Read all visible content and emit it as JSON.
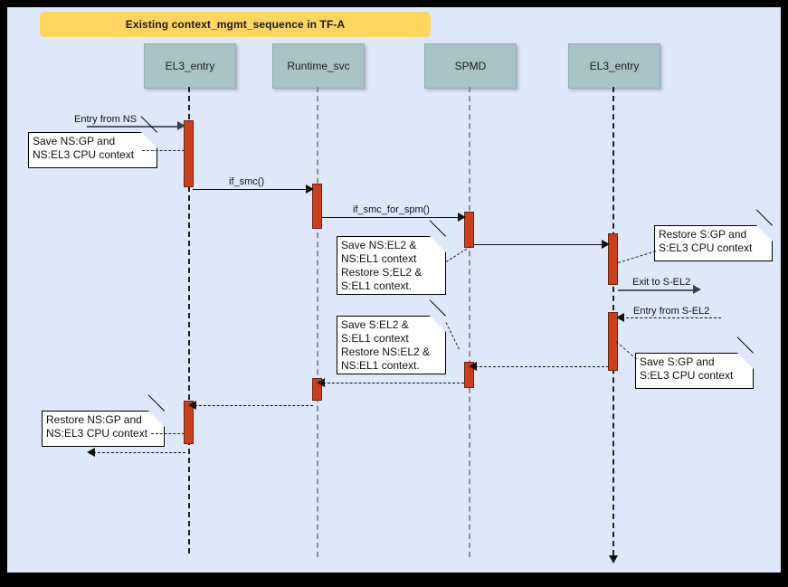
{
  "diagram": {
    "title": "Existing context_mgmt_sequence in TF-A",
    "type": "uml-sequence-diagram",
    "background_color": "#dfe7fb",
    "frame_color": "#000000",
    "title_bar_color": "#ffd561",
    "participant_color": "#a8c4c4",
    "activation_color": "#c9401f",
    "note_color": "#ffffff"
  },
  "participants": [
    {
      "id": "el3_entry_ns",
      "label": "EL3_entry"
    },
    {
      "id": "runtime_svc",
      "label": "Runtime_svc"
    },
    {
      "id": "spmd",
      "label": "SPMD"
    },
    {
      "id": "el3_entry_s",
      "label": "EL3_entry"
    }
  ],
  "messages": [
    {
      "id": "m1",
      "label": "Entry from NS",
      "from": "external-left",
      "to": "el3_entry_ns",
      "style": "solid-grey",
      "direction": "right"
    },
    {
      "id": "m2",
      "label": "if_smc()",
      "from": "el3_entry_ns",
      "to": "runtime_svc",
      "style": "solid",
      "direction": "right"
    },
    {
      "id": "m3",
      "label": "if_smc_for_spm()",
      "from": "runtime_svc",
      "to": "spmd",
      "style": "solid",
      "direction": "right"
    },
    {
      "id": "m4",
      "label": "",
      "from": "spmd",
      "to": "el3_entry_s",
      "style": "solid",
      "direction": "right"
    },
    {
      "id": "m5",
      "label": "Exit to S-EL2",
      "from": "el3_entry_s",
      "to": "external-right",
      "style": "solid-grey",
      "direction": "right"
    },
    {
      "id": "m6",
      "label": "Entry from S-EL2",
      "from": "external-right",
      "to": "el3_entry_s",
      "style": "dashed",
      "direction": "left"
    },
    {
      "id": "m7",
      "label": "",
      "from": "el3_entry_s",
      "to": "spmd",
      "style": "dashed",
      "direction": "left"
    },
    {
      "id": "m8",
      "label": "",
      "from": "spmd",
      "to": "runtime_svc",
      "style": "dashed",
      "direction": "left"
    },
    {
      "id": "m9",
      "label": "",
      "from": "runtime_svc",
      "to": "el3_entry_ns",
      "style": "dashed",
      "direction": "left"
    },
    {
      "id": "m10",
      "label": "",
      "from": "el3_entry_ns",
      "to": "external-left",
      "style": "dashed",
      "direction": "left"
    }
  ],
  "notes": [
    {
      "id": "note1",
      "attached_to": "el3_entry_ns",
      "lines": [
        "Save NS:GP and",
        "NS:EL3 CPU context"
      ]
    },
    {
      "id": "note2",
      "attached_to": "spmd",
      "lines": [
        "Save NS:EL2 &",
        "NS:EL1 context",
        "Restore S:EL2 &",
        "S:EL1 context."
      ]
    },
    {
      "id": "note3",
      "attached_to": "el3_entry_s",
      "lines": [
        "Restore S:GP and",
        "S:EL3 CPU context"
      ]
    },
    {
      "id": "note4",
      "attached_to": "el3_entry_s",
      "lines": [
        "Save S:GP and",
        "S:EL3 CPU context"
      ]
    },
    {
      "id": "note5",
      "attached_to": "spmd",
      "lines": [
        "Save S:EL2 &",
        "S:EL1 context",
        "Restore NS:EL2 &",
        "NS:EL1 context."
      ]
    },
    {
      "id": "note6",
      "attached_to": "el3_entry_ns",
      "lines": [
        "Restore NS:GP and",
        "NS:EL3 CPU context"
      ]
    }
  ]
}
